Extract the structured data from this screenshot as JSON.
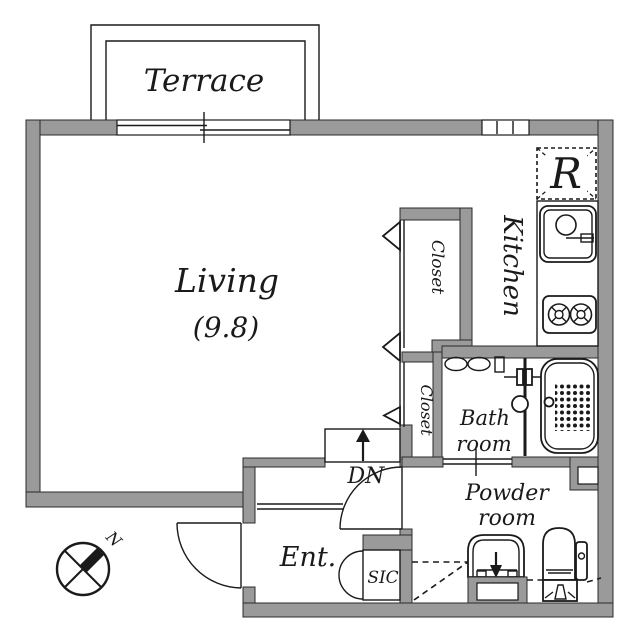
{
  "plan": {
    "labels": {
      "terrace": "Terrace",
      "living": "Living",
      "living_area": "(9.8)",
      "kitchen": "Kitchen",
      "closet_upper": "Closet",
      "closet_lower": "Closet",
      "bath_line1": "Bath",
      "bath_line2": "room",
      "powder_line1": "Powder",
      "powder_line2": "room",
      "stairs_down": "DN",
      "entrance": "Ent.",
      "shoe_closet": "SIC",
      "refrigerator": "R",
      "compass_north": "N"
    },
    "colors": {
      "wall": "#9a9a9a",
      "line": "#1a1a1a",
      "north_letter": "#5d4037",
      "background": "#ffffff"
    }
  }
}
